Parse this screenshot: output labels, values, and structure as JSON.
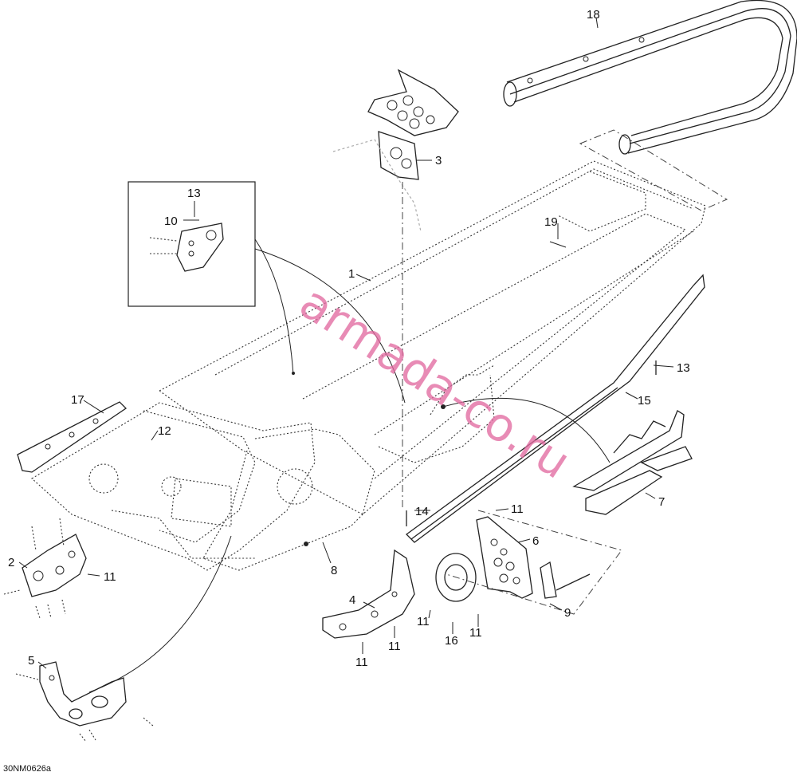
{
  "figure": {
    "code": "30NM0626a",
    "watermark": "armada-co.ru"
  },
  "callouts": [
    {
      "id": "c1",
      "text": "1"
    },
    {
      "id": "c2",
      "text": "2"
    },
    {
      "id": "c3",
      "text": "3"
    },
    {
      "id": "c4",
      "text": "4"
    },
    {
      "id": "c5",
      "text": "5"
    },
    {
      "id": "c6",
      "text": "6"
    },
    {
      "id": "c7",
      "text": "7"
    },
    {
      "id": "c8",
      "text": "8"
    },
    {
      "id": "c9",
      "text": "9"
    },
    {
      "id": "c10",
      "text": "10"
    },
    {
      "id": "c11a",
      "text": "11"
    },
    {
      "id": "c11b",
      "text": "11"
    },
    {
      "id": "c11c",
      "text": "11"
    },
    {
      "id": "c11d",
      "text": "11"
    },
    {
      "id": "c11e",
      "text": "11"
    },
    {
      "id": "c11f",
      "text": "11"
    },
    {
      "id": "c12",
      "text": "12"
    },
    {
      "id": "c13a",
      "text": "13"
    },
    {
      "id": "c13b",
      "text": "13"
    },
    {
      "id": "c14",
      "text": "14"
    },
    {
      "id": "c15",
      "text": "15"
    },
    {
      "id": "c16",
      "text": "16"
    },
    {
      "id": "c17",
      "text": "17"
    },
    {
      "id": "c18",
      "text": "18"
    },
    {
      "id": "c19",
      "text": "19"
    }
  ]
}
